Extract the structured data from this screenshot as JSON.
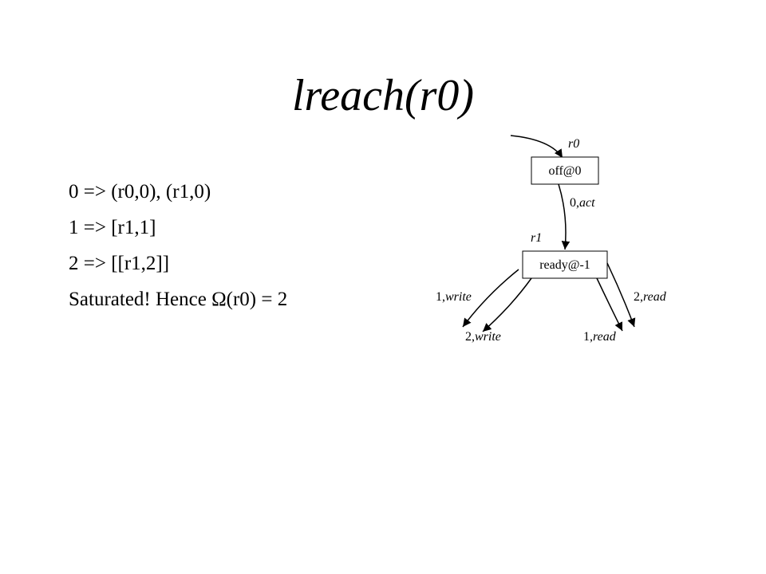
{
  "title": "lreach(r0)",
  "lines": [
    "0 => (r0,0), (r1,0)",
    "1 => [r1,1]",
    "2 => [[r1,2]]",
    "Saturated! Hence Ω(r0) = 2"
  ],
  "diagram": {
    "nodes": {
      "top": {
        "name": "r0",
        "state": "off@0"
      },
      "bottom": {
        "name": "r1",
        "state": "ready@-1"
      }
    },
    "edges": {
      "top_to_bottom": {
        "num": "0,",
        "action": "act"
      },
      "left_outer": {
        "num": "1,",
        "action": "write"
      },
      "left_inner": {
        "num": "2,",
        "action": "write"
      },
      "right_inner": {
        "num": "1,",
        "action": "read"
      },
      "right_outer": {
        "num": "2,",
        "action": "read"
      }
    }
  }
}
